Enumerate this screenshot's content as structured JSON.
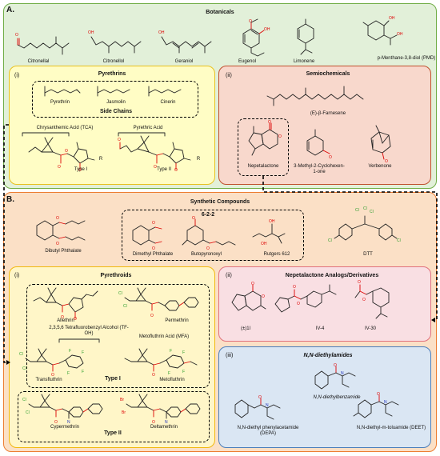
{
  "section_a": {
    "letter": "A.",
    "title": "Botanicals",
    "compounds": [
      "Citronellal",
      "Citronellol",
      "Geraniol",
      "Eugenol",
      "Limonene",
      "p-Menthane-3,8-diol (PMD)"
    ]
  },
  "pyrethrins": {
    "roman": "(i)",
    "title": "Pyrethrins",
    "compounds": [
      "Pyrethrin",
      "Jasmolin",
      "Cinerin"
    ],
    "side_chains_title": "Side Chains",
    "acid_1": "Chrysanthemic Acid (TCA)",
    "acid_2": "Pyrethric Acid",
    "type_1": "Type I",
    "type_2": "Type II",
    "r_label": "R"
  },
  "semiochemicals": {
    "roman": "(ii)",
    "title": "Semiochemicals",
    "compounds": [
      "(E)-β-Farnesene",
      "Nepetalactone",
      "3-Methyl-2-Cyclohexen-1-one",
      "Verbenone"
    ]
  },
  "section_b": {
    "letter": "B.",
    "title": "Synthetic Compounds",
    "group_title": "6-2-2",
    "compounds": [
      "Dibutyl Phthalate",
      "Dimethyl Phthalate",
      "Butopyronoxyl",
      "Rutgers 612",
      "DTT"
    ]
  },
  "pyrethroids": {
    "roman": "(i)",
    "title": "Pyrethroids",
    "compounds": [
      "Allethrin",
      "Permethrin",
      "Transfluthrin",
      "Metofluthrin",
      "Cypermethrin",
      "Deltamethrin"
    ],
    "tf_oh": "2,3,5,6 Tetrafluorobenzyl Alcohol (TF-OH)",
    "mfa": "Metofluthrin Acid (MFA)",
    "type_1": "Type I",
    "type_2": "Type II"
  },
  "nepetalactone_analogs": {
    "roman": "(ii)",
    "title": "Nepetalactone Analogs/Derivatives",
    "compounds": [
      "(±)1l",
      "IV-4",
      "IV-30"
    ]
  },
  "diethylamides": {
    "roman": "(iii)",
    "title": "N,N-diethylamides",
    "compounds": [
      "N,N-diethylbenzamide",
      "N,N-diethyl phenylacetamide (DEPA)",
      "N,N-diethyl-m-toluamide (DEET)"
    ]
  },
  "colors": {
    "botanicals_fill": "#e2f0d9",
    "botanicals_border": "#70ad47",
    "pyrethrins_fill": "#fffdc5",
    "pyrethrins_border": "#e8c11f",
    "semio_fill": "#f8d8cc",
    "semio_border": "#c0502d",
    "synthetic_fill": "#fbe0c6",
    "synthetic_border": "#ed7d31",
    "pyrethroids_fill": "#fff6c8",
    "pyrethroids_border": "#f1b80e",
    "analogs_fill": "#f9dfe3",
    "analogs_border": "#e0707c",
    "amides_fill": "#dae6f3",
    "amides_border": "#4a7ebb"
  },
  "atom_labels": {
    "oxygen": "O",
    "chlorine": "Cl",
    "fluorine": "F",
    "nitrogen": "N",
    "bromine": "Br",
    "hydroxyl": "OH"
  }
}
